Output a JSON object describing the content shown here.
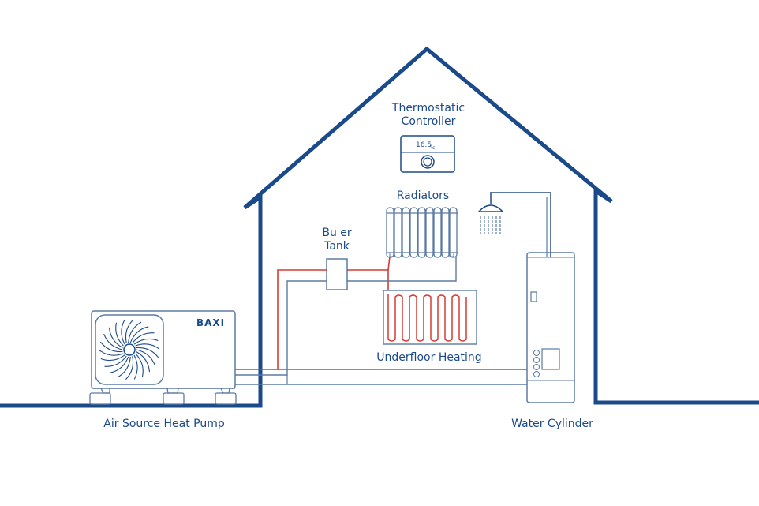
{
  "labels": {
    "thermostat_line1": "Thermostatic",
    "thermostat_line2": "Controller",
    "thermostat_reading": "16.5",
    "thermostat_unit": "°c",
    "radiators": "Radiators",
    "buffer_line1": "Bu er",
    "buffer_line2": "Tank",
    "underfloor": "Underfloor Heating",
    "brand": "BAXI",
    "heat_pump": "Air Source Heat Pump",
    "water_cylinder": "Water Cylinder"
  },
  "colors": {
    "outline": "#1b4a8a",
    "pipe_cold": "#5b7aa3",
    "pipe_hot": "#d63b35",
    "background": "#ffffff"
  }
}
